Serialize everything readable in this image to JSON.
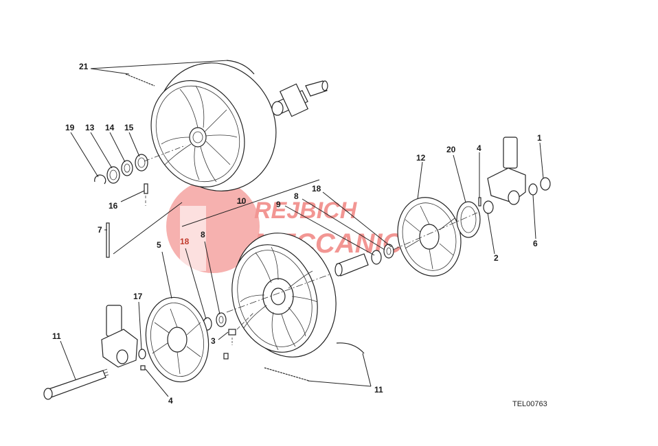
{
  "diagram": {
    "code": "TEL00763",
    "callouts": {
      "c21": "21",
      "c19": "19",
      "c13": "13",
      "c14": "14",
      "c15": "15",
      "c16": "16",
      "c7": "7",
      "c10": "10",
      "c9": "9",
      "c8a": "8",
      "c18a": "18",
      "c12": "12",
      "c20": "20",
      "c4a": "4",
      "c1": "1",
      "c2": "2",
      "c6": "6",
      "c5": "5",
      "c18b": "18",
      "c8b": "8",
      "c17": "17",
      "c11a": "11",
      "c3": "3",
      "c4b": "4",
      "c11b": "11"
    }
  },
  "watermark": {
    "line1": "REJBICH",
    "line2": "MECCANICA",
    "color": "#e8413c"
  }
}
